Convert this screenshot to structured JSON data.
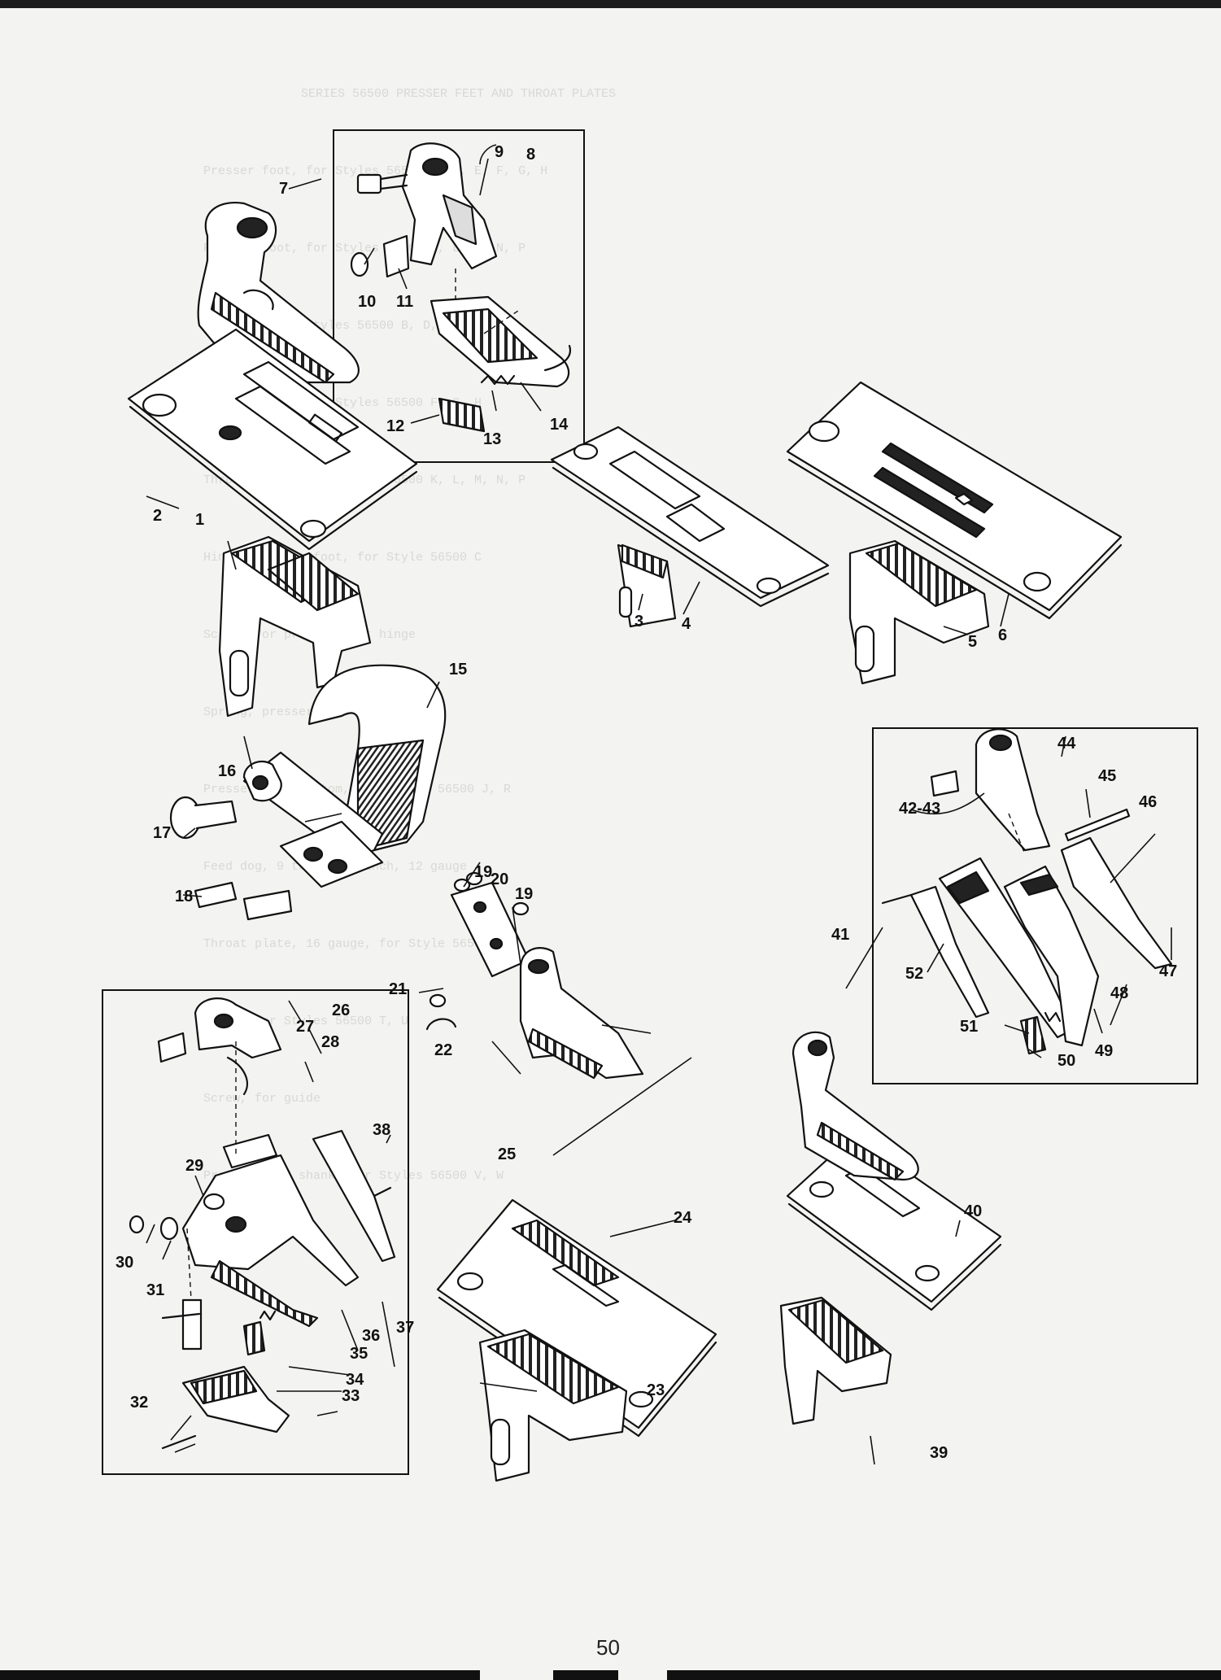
{
  "page": {
    "number": "50"
  },
  "bleed_through": [
    "SERIES 56500 PRESSER FEET AND THROAT PLATES",
    "Presser foot, for Styles 56500 B, D, E, F, G, H",
    "Presser foot, for Styles 56500 K, L, M, N, P",
    "Feed dog, for Styles 56500 B, D, E",
    "Throat plate, for Styles 56500 F, G, H",
    "Throat plate, for Styles 56500 K, L, M, N, P",
    "Hinged presser foot, for Style 56500 C",
    "Screw, for presser foot hinge",
    "Spring, presser foot hinge",
    "Presser foot bottom, for Styles 56500 J, R",
    "Feed dog, 9 teeth per inch, 12 gauge",
    "Throat plate, 16 gauge, for Style 56500 S",
    "Guide, for Styles 56500 T, U",
    "Screw, for guide",
    "Presser foot shank, for Styles 56500 V, W"
  ],
  "callouts": [
    {
      "n": "1"
    },
    {
      "n": "2"
    },
    {
      "n": "3"
    },
    {
      "n": "4"
    },
    {
      "n": "5"
    },
    {
      "n": "6"
    },
    {
      "n": "7"
    },
    {
      "n": "8"
    },
    {
      "n": "9"
    },
    {
      "n": "10"
    },
    {
      "n": "11"
    },
    {
      "n": "12"
    },
    {
      "n": "13"
    },
    {
      "n": "14"
    },
    {
      "n": "15"
    },
    {
      "n": "16"
    },
    {
      "n": "17"
    },
    {
      "n": "18"
    },
    {
      "n": "19"
    },
    {
      "n": "19"
    },
    {
      "n": "20"
    },
    {
      "n": "21"
    },
    {
      "n": "22"
    },
    {
      "n": "23"
    },
    {
      "n": "24"
    },
    {
      "n": "25"
    },
    {
      "n": "26"
    },
    {
      "n": "27"
    },
    {
      "n": "28"
    },
    {
      "n": "29"
    },
    {
      "n": "30"
    },
    {
      "n": "31"
    },
    {
      "n": "32"
    },
    {
      "n": "33"
    },
    {
      "n": "34"
    },
    {
      "n": "35"
    },
    {
      "n": "36"
    },
    {
      "n": "37"
    },
    {
      "n": "38"
    },
    {
      "n": "39"
    },
    {
      "n": "40"
    },
    {
      "n": "41"
    },
    {
      "n": "42-43"
    },
    {
      "n": "44"
    },
    {
      "n": "45"
    },
    {
      "n": "46"
    },
    {
      "n": "47"
    },
    {
      "n": "48"
    },
    {
      "n": "49"
    },
    {
      "n": "50"
    },
    {
      "n": "51"
    },
    {
      "n": "52"
    }
  ]
}
